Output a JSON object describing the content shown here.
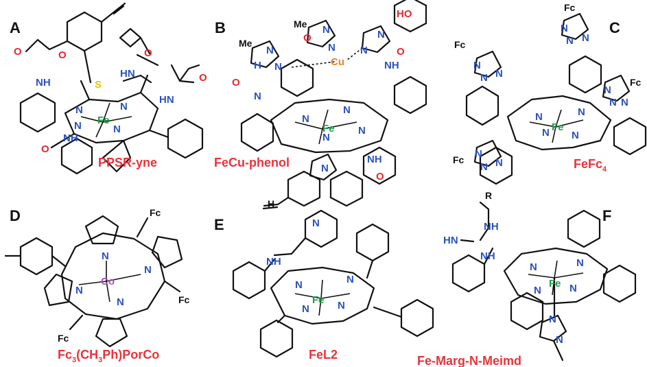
{
  "panels": [
    {
      "letter": "A",
      "name": "PPSR-yne",
      "metal": "Fe"
    },
    {
      "letter": "B",
      "name": "FeCu-phenol",
      "metal": "Fe",
      "metal2": "Cu"
    },
    {
      "letter": "C",
      "name": "FeFc",
      "name_sub": "4",
      "metal": "Fe"
    },
    {
      "letter": "D",
      "name_parts": [
        "Fc",
        "3",
        "(CH",
        "3",
        "Ph)PorCo"
      ],
      "metal": "Co"
    },
    {
      "letter": "E",
      "name": "FeL2",
      "metal": "Fe"
    },
    {
      "letter": "F",
      "name": "Fe-Marg-N-Meimd",
      "metal": "Fe"
    }
  ],
  "atoms": {
    "N": "N",
    "NH": "NH",
    "HN": "HN",
    "H": "H",
    "O": "O",
    "HO": "HO",
    "S": "S",
    "Fc": "Fc",
    "Me": "Me",
    "R": "R",
    "Fe": "Fe",
    "Cu": "Cu",
    "Co": "Co"
  },
  "colors": {
    "label_red": "#e8333a",
    "nitrogen": "#2a52be",
    "oxygen": "#e8262e",
    "sulfur": "#e0c800",
    "iron": "#1f9e4a",
    "copper": "#e8832a",
    "cobalt": "#b04fc1"
  }
}
